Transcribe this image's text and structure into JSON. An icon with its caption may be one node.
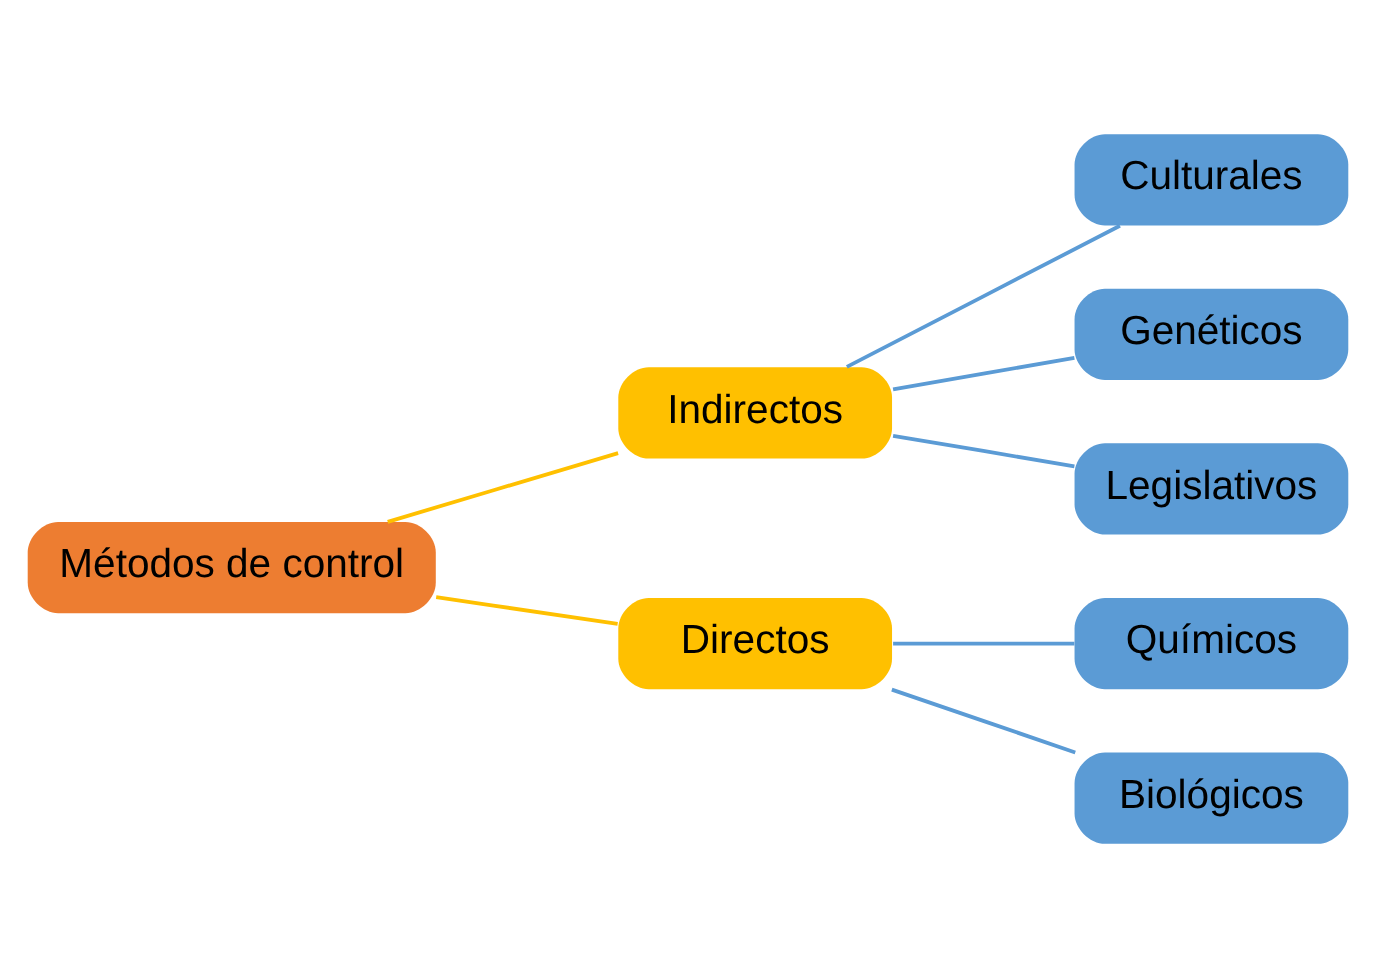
{
  "diagram": {
    "nodes": [
      {
        "text": [
          "Métodos de control"
        ]
      },
      {
        "text": [
          "Indirectos"
        ]
      },
      {
        "text": [
          "Directos"
        ]
      },
      {
        "text": [
          "Culturales"
        ]
      },
      {
        "text": [
          "Genéticos"
        ]
      },
      {
        "text": [
          "Legislativos"
        ]
      },
      {
        "text": [
          "Químicos"
        ]
      },
      {
        "text": [
          "Biológicos"
        ]
      }
    ],
    "edges": [
      {
        "from": 0,
        "to": 1,
        "arrow": "none",
        "color": "#ffc000"
      },
      {
        "from": 0,
        "to": 2,
        "arrow": "none",
        "color": "#ffc000"
      },
      {
        "from": 1,
        "to": 3,
        "arrow": "none"
      },
      {
        "from": 1,
        "to": 4,
        "arrow": "none"
      },
      {
        "from": 1,
        "to": 5,
        "arrow": "none"
      },
      {
        "from": 2,
        "to": 6,
        "arrow": "none"
      },
      {
        "from": 2,
        "to": 7,
        "arrow": "none"
      }
    ]
  }
}
